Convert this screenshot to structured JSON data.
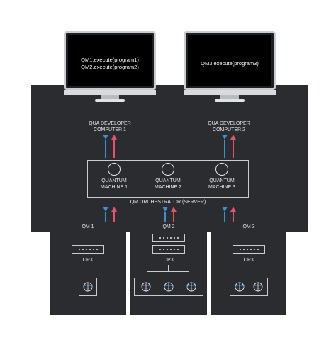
{
  "monitors": {
    "left": {
      "lines": [
        "QM1.execute(program1)",
        "QM2.execute(program2)"
      ]
    },
    "right": {
      "lines": [
        "QM3.execute(program3)"
      ]
    }
  },
  "computers": {
    "c1": {
      "line1": "QUA DEVELOPER",
      "line2": "COMPUTER  1"
    },
    "c2": {
      "line1": "QUA DEVELOPER",
      "line2": "COMPUTER  2"
    }
  },
  "orchestrator": {
    "label": "QM ORCHESTRATOR (SERVER)",
    "machines": [
      {
        "line1": "QUANTUM",
        "line2": "MACHINE 1"
      },
      {
        "line1": "QUANTUM",
        "line2": "MACHINE 2"
      },
      {
        "line1": "QUANTUM",
        "line2": "MACHINE 3"
      }
    ]
  },
  "qms": [
    {
      "label": "QM 1",
      "opx": "OPX",
      "qubits": 1
    },
    {
      "label": "QM 2",
      "opx": "OPX",
      "qubits": 3
    },
    {
      "label": "QM 3",
      "opx": "OPX",
      "qubits": 2
    }
  ],
  "colors": {
    "panel": "#2a2c2f",
    "down_arrow": "#3e8fd6",
    "up_arrow": "#e2536f",
    "outline": "#c9ccd0"
  },
  "icons": [
    "monitor-icon",
    "qubit-icon",
    "opx-rack-icon",
    "arrow-down-icon",
    "arrow-up-icon"
  ]
}
